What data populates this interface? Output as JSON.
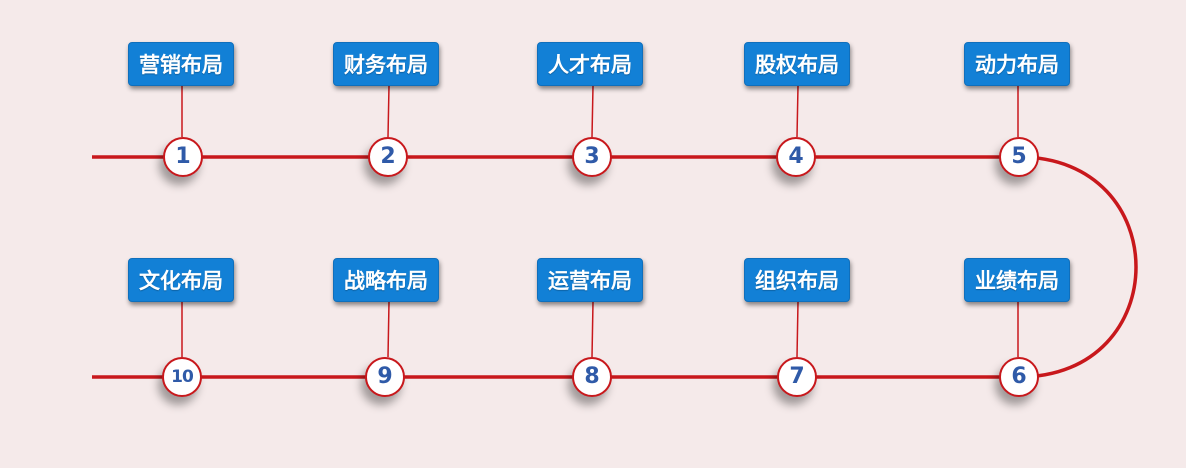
{
  "colors": {
    "background": "#f5eaea",
    "line": "#c8181c",
    "tag": "#1280d6",
    "tag_text": "#ffffff",
    "node_fill": "#ffffff",
    "node_text": "#2f5aa8"
  },
  "steps": [
    {
      "num": "1",
      "label": "营销布局"
    },
    {
      "num": "2",
      "label": "财务布局"
    },
    {
      "num": "3",
      "label": "人才布局"
    },
    {
      "num": "4",
      "label": "股权布局"
    },
    {
      "num": "5",
      "label": "动力布局"
    },
    {
      "num": "6",
      "label": "业绩布局"
    },
    {
      "num": "7",
      "label": "组织布局"
    },
    {
      "num": "8",
      "label": "运营布局"
    },
    {
      "num": "9",
      "label": "战略布局"
    },
    {
      "num": "10",
      "label": "文化布局"
    }
  ]
}
